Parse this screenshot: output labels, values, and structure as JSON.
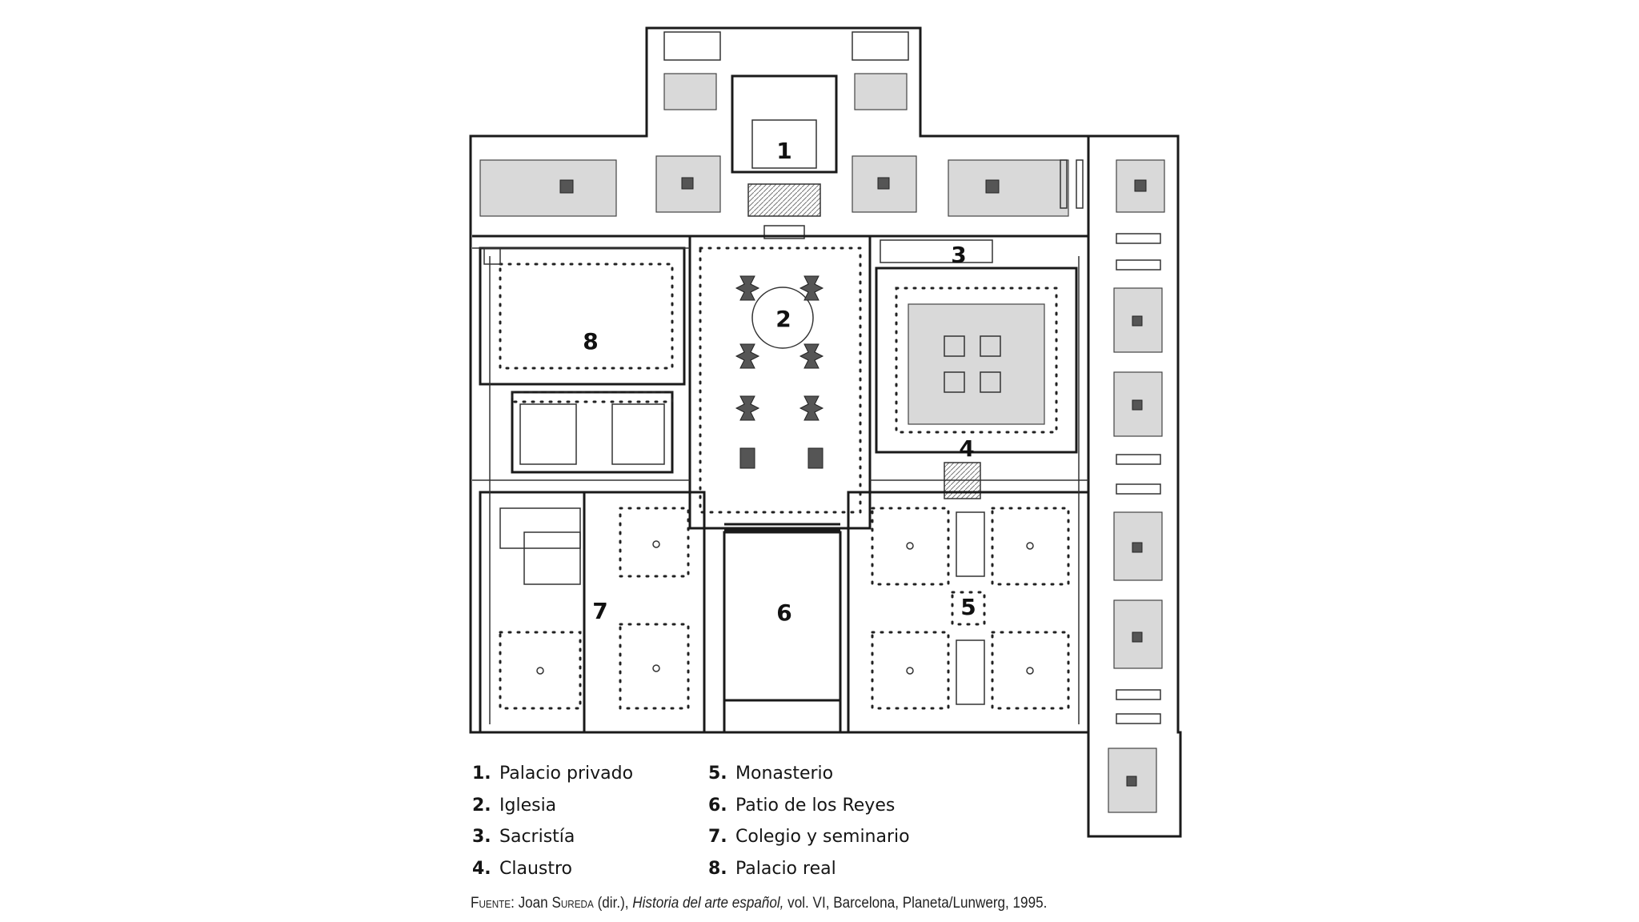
{
  "plan": {
    "markers": [
      {
        "id": "marker-1",
        "label": "1"
      },
      {
        "id": "marker-2",
        "label": "2"
      },
      {
        "id": "marker-3",
        "label": "3"
      },
      {
        "id": "marker-4",
        "label": "4"
      },
      {
        "id": "marker-5",
        "label": "5"
      },
      {
        "id": "marker-6",
        "label": "6"
      },
      {
        "id": "marker-7",
        "label": "7"
      },
      {
        "id": "marker-8",
        "label": "8"
      }
    ]
  },
  "legend": {
    "items": [
      {
        "num": "1.",
        "label": "Palacio privado"
      },
      {
        "num": "2.",
        "label": "Iglesia"
      },
      {
        "num": "3.",
        "label": "Sacristía"
      },
      {
        "num": "4.",
        "label": "Claustro"
      },
      {
        "num": "5.",
        "label": "Monasterio"
      },
      {
        "num": "6.",
        "label": "Patio de los Reyes"
      },
      {
        "num": "7.",
        "label": "Colegio y seminario"
      },
      {
        "num": "8.",
        "label": "Palacio real"
      }
    ]
  },
  "source": {
    "prefix": "Fuente:",
    "author_first": "Joan",
    "author_last": "Sureda",
    "editor": "(dir.),",
    "title": "Historia del arte español,",
    "rest": "vol. VI, Barcelona, Planeta/Lunwerg, 1995."
  }
}
